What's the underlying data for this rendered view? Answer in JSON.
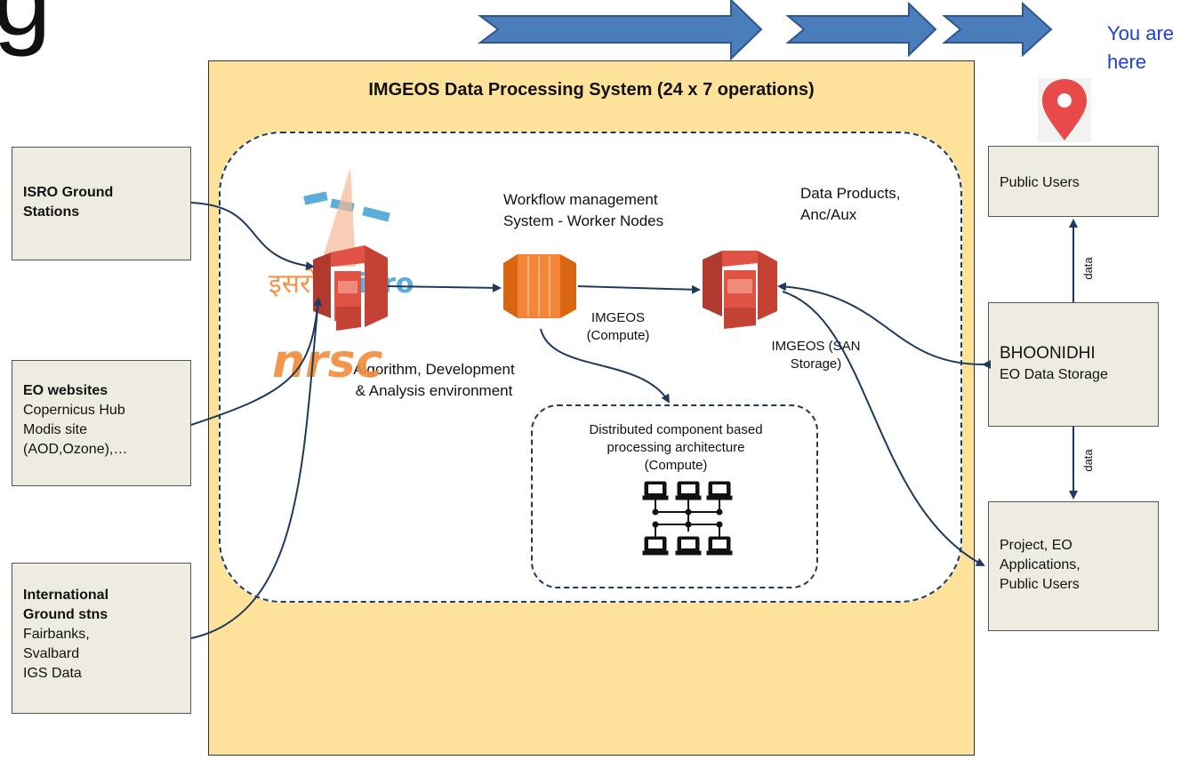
{
  "heading_fragment": "g",
  "location_marker": {
    "text": "You are here",
    "line1": "You are",
    "line2": "here",
    "icon": "map-pin-icon",
    "color": "#e84a4a"
  },
  "main_system": {
    "title": "IMGEOS  Data Processing System (24 x 7 operations)",
    "background": "#ffe29a"
  },
  "sources": {
    "isro": {
      "title": "ISRO Ground Stations",
      "title_line1": "ISRO Ground",
      "title_line2": "Stations"
    },
    "eo_websites": {
      "title": "EO websites",
      "line1": "Copernicus Hub",
      "line2": "Modis site",
      "line3": "(AOD,Ozone),…"
    },
    "international": {
      "title_line1": "International",
      "title_line2": "Ground stns",
      "line1": "Fairbanks,",
      "line2": "Svalbard",
      "line3": "IGS Data"
    }
  },
  "logos": {
    "isro_text": "इसरो isro",
    "nrsc_text": "nrsc"
  },
  "components": {
    "algorithm_env": {
      "line1": "Algorithm, Development",
      "line2": "& Analysis environment"
    },
    "workflow": {
      "line1": "Workflow management",
      "line2": "System - Worker Nodes",
      "caption1": "IMGEOS",
      "caption2": "(Compute)"
    },
    "storage": {
      "line1": "Data Products,",
      "line2": "Anc/Aux",
      "caption1": "IMGEOS (SAN",
      "caption2": "Storage)"
    },
    "distributed": {
      "line1": "Distributed component based",
      "line2": "processing architecture",
      "line3": "(Compute)"
    }
  },
  "destinations": {
    "public_users": {
      "label": "Public Users"
    },
    "bhoonidhi": {
      "title": "BHOONIDHI",
      "subtitle": "EO Data Storage"
    },
    "projects": {
      "line1": "Project, EO",
      "line2": "Applications,",
      "line3": "Public Users"
    }
  },
  "edge_labels": {
    "data_upper": "data",
    "data_lower": "data"
  },
  "colors": {
    "arrow_blue": "#4a7ebb",
    "connector": "#1f3a5f",
    "aws_orange": "#f58536",
    "aws_red": "#e05243",
    "box_fill": "#eeece1"
  }
}
